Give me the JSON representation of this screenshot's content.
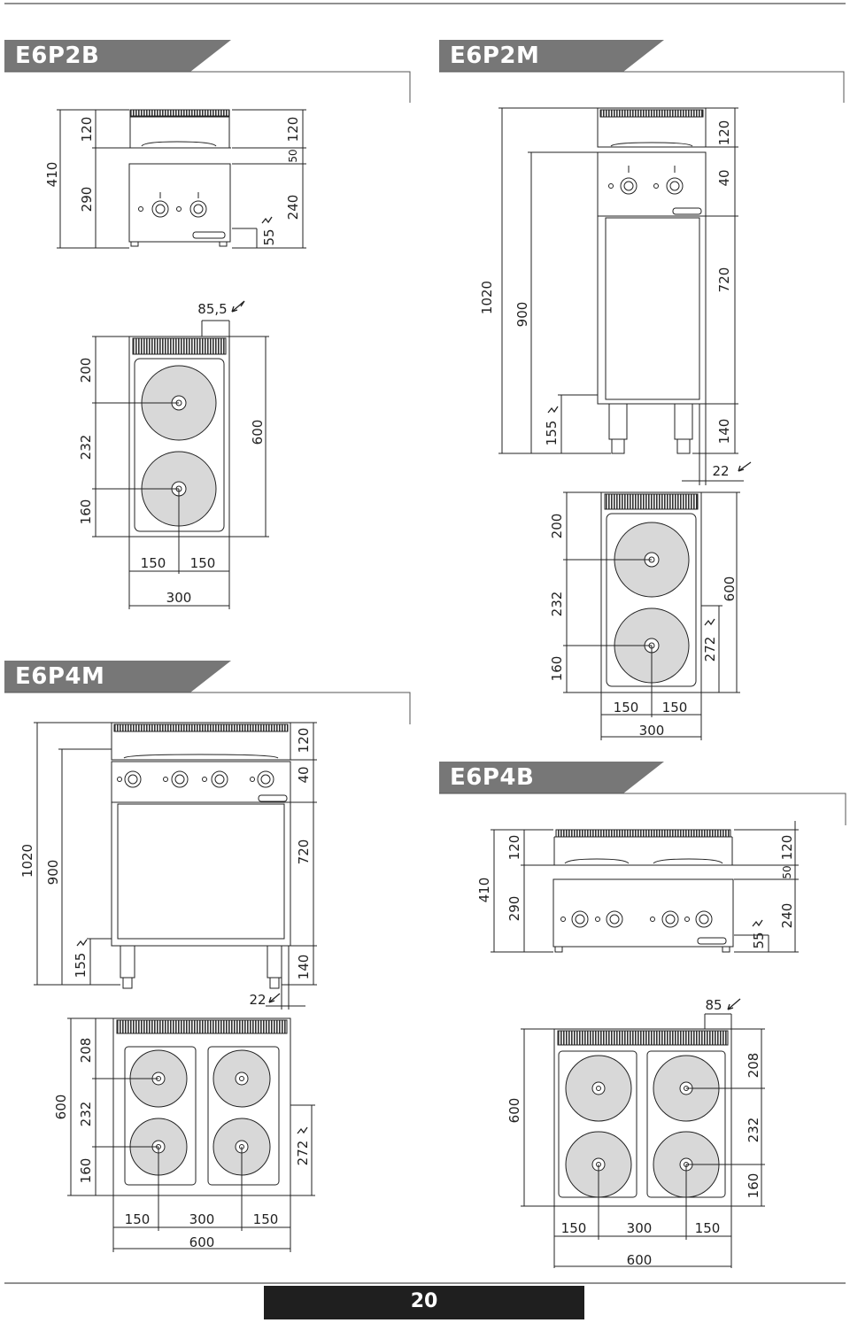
{
  "page_number": "20",
  "colors": {
    "tab_fill": "#777777",
    "hob_fill": "#d8d8d8",
    "line": "#222222",
    "footer_fill": "#1f1f1f"
  },
  "models": [
    {
      "id": "E6P2B",
      "front_dims": {
        "total": "410",
        "top": "120",
        "body": "290",
        "hood": "120",
        "hood_gap": "50",
        "depth_front": "240",
        "feet": "55"
      },
      "top_dims": {
        "hood_off": "85,5",
        "d200": "200",
        "d232": "232",
        "d160": "160",
        "depth": "600",
        "w_half_1": "150",
        "w_half_2": "150",
        "width": "300"
      }
    },
    {
      "id": "E6P2M",
      "front_dims": {
        "total": "1020",
        "to_top": "900",
        "hood": "120",
        "panel": "40",
        "cabinet": "720",
        "legs": "140",
        "feet": "155",
        "side": "22"
      },
      "top_dims": {
        "d200": "200",
        "d232": "232",
        "d160": "160",
        "depth": "600",
        "rear_off": "272",
        "w_half_1": "150",
        "w_half_2": "150",
        "width": "300"
      }
    },
    {
      "id": "E6P4M",
      "front_dims": {
        "total": "1020",
        "to_top": "900",
        "hood": "120",
        "panel": "40",
        "cabinet": "720",
        "legs": "140",
        "feet": "155",
        "side": "22"
      },
      "top_dims": {
        "d208": "208",
        "d232": "232",
        "d160": "160",
        "depth": "600",
        "rear_off": "272",
        "w1": "150",
        "w2": "300",
        "w3": "150",
        "width": "600"
      }
    },
    {
      "id": "E6P4B",
      "front_dims": {
        "total": "410",
        "top": "120",
        "body": "290",
        "hood": "120",
        "hood_gap": "50",
        "depth_front": "240",
        "feet": "55"
      },
      "top_dims": {
        "hood_off": "85",
        "d208": "208",
        "d232": "232",
        "d160": "160",
        "depth": "600",
        "w1": "150",
        "w2": "300",
        "w3": "150",
        "width": "600"
      }
    }
  ]
}
